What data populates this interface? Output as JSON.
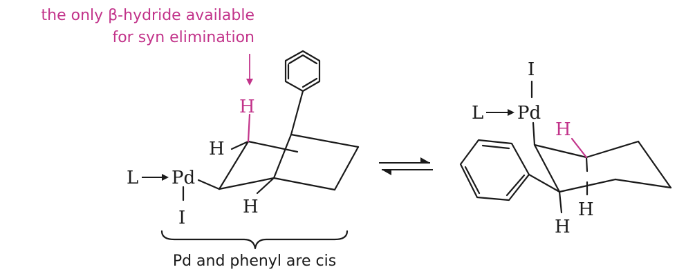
{
  "colors": {
    "ink": "#1a1a1a",
    "highlight": "#c2338a"
  },
  "annotation": {
    "line1": "the only β-hydride available",
    "line2": "for syn elimination"
  },
  "caption": "Pd and phenyl are cis",
  "left_structure": {
    "ligand": "L",
    "metal": "Pd",
    "iodide": "I",
    "beta_h_highlight": "H",
    "h_upper": "H",
    "h_lower": "H"
  },
  "equilibrium_symbol": "⇌",
  "right_structure": {
    "iodide": "I",
    "ligand": "L",
    "metal": "Pd",
    "h_highlight": "H",
    "h_lower_1": "H",
    "h_lower_2": "H"
  }
}
